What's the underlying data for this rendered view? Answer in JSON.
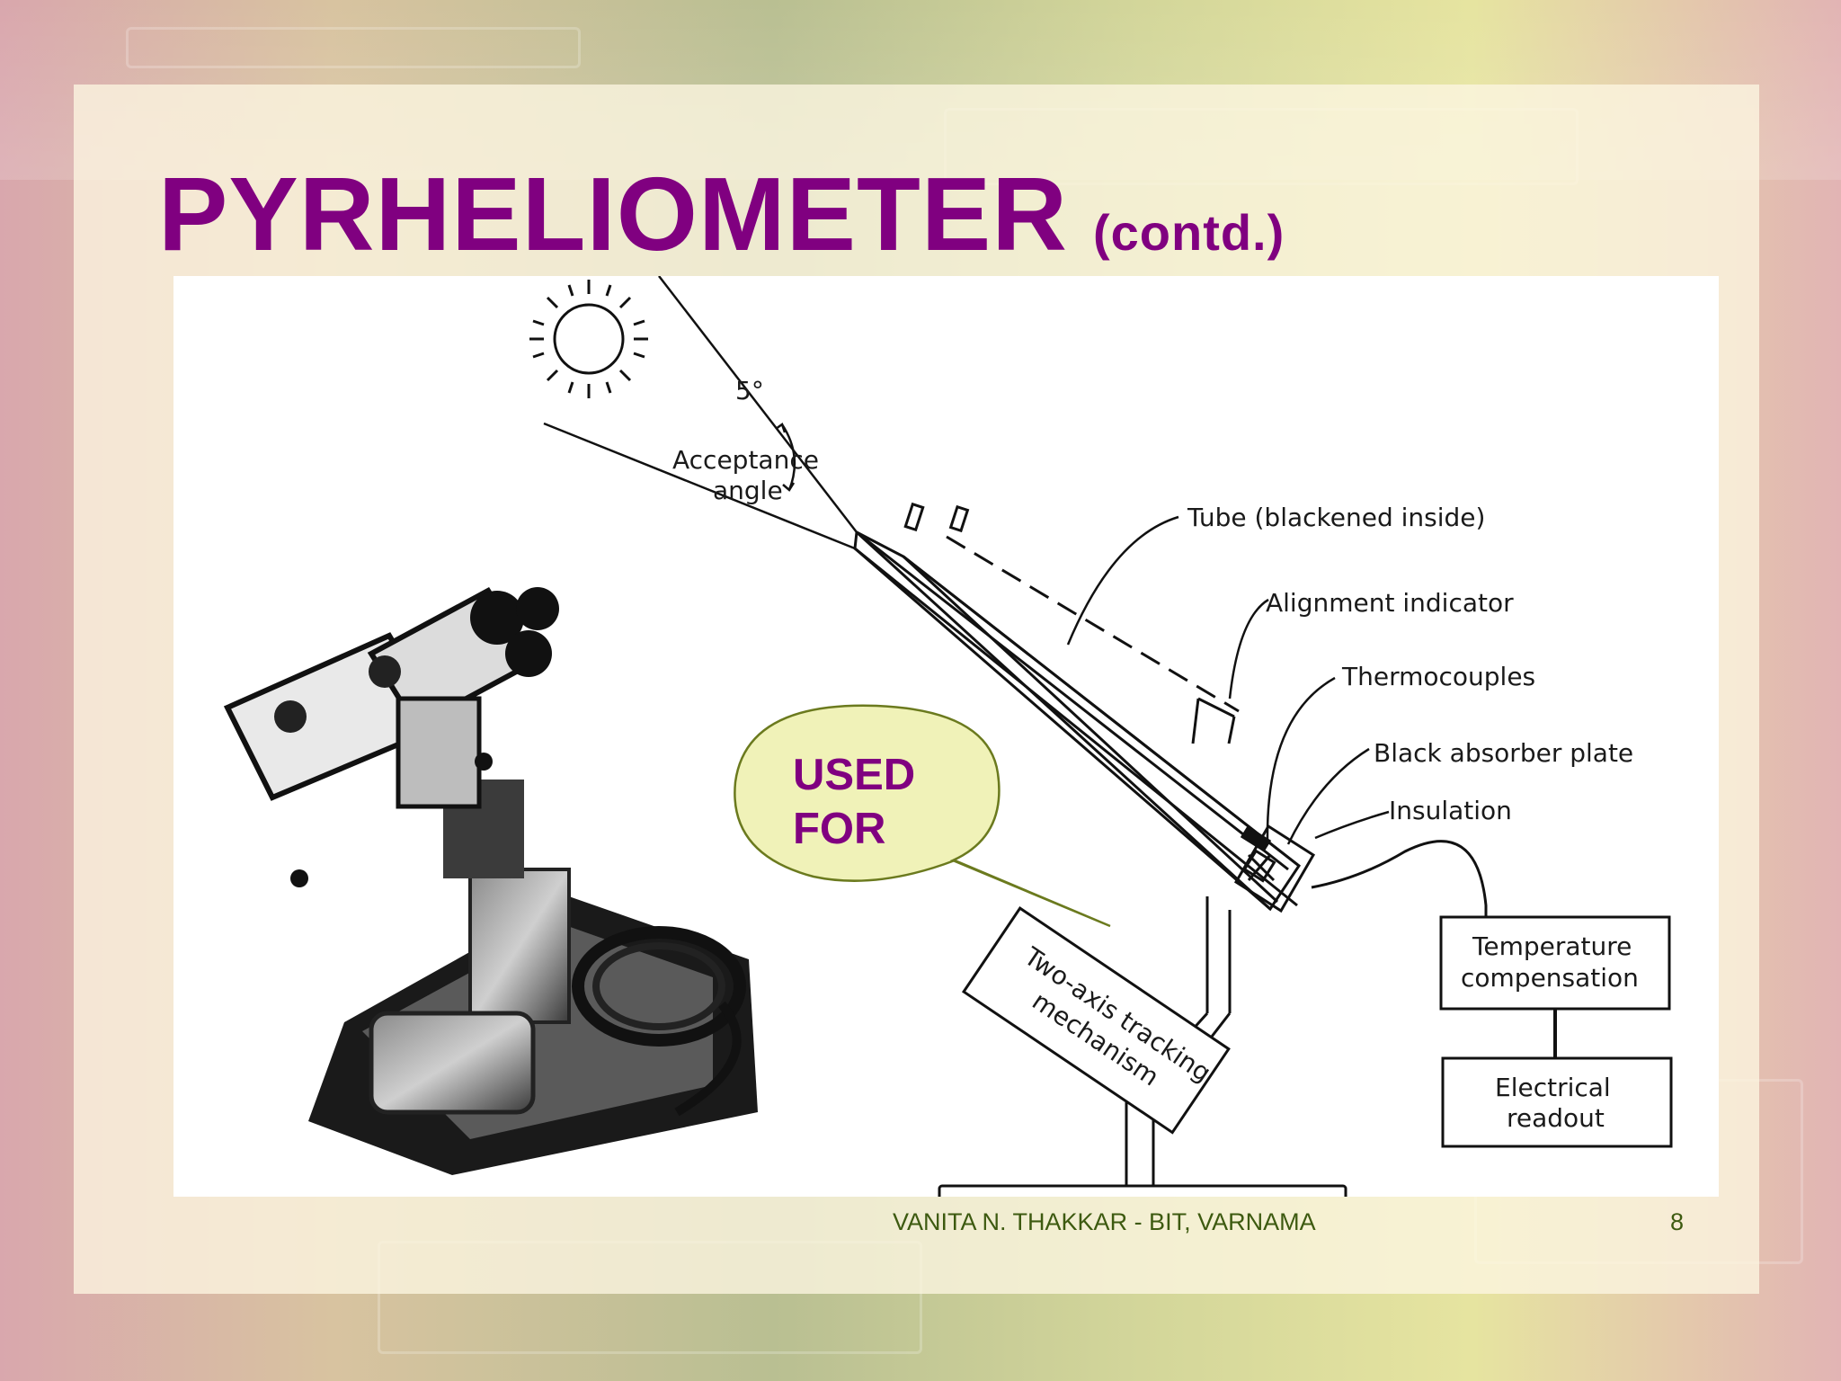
{
  "slide": {
    "title": "PYRHELIOMETER",
    "title_suffix": "(contd.)",
    "callout": {
      "line1": "USED",
      "line2": "FOR"
    },
    "footer": {
      "credit": "VANITA N. THAKKAR - BIT, VARNAMA",
      "page_number": "8"
    }
  },
  "diagram": {
    "acceptance_angle_value": "5°",
    "acceptance_angle_line1": "Acceptance",
    "acceptance_angle_line2": "angle",
    "tube": "Tube (blackened inside)",
    "alignment_indicator": "Alignment indicator",
    "thermocouples": "Thermocouples",
    "black_absorber_plate": "Black absorber plate",
    "insulation": "Insulation",
    "tracking_line1": "Two-axis tracking",
    "tracking_line2": "mechanism",
    "temperature_line1": "Temperature",
    "temperature_line2": "compensation",
    "readout_line1": "Electrical",
    "readout_line2": "readout"
  },
  "colors": {
    "title": "#800080",
    "callout_fill": "#f0f2b8",
    "callout_stroke": "#6b7a1e",
    "footer_text": "#3d5a10"
  },
  "icons": {
    "sun": "sun-icon",
    "photo": "pyrheliometer-photo"
  }
}
